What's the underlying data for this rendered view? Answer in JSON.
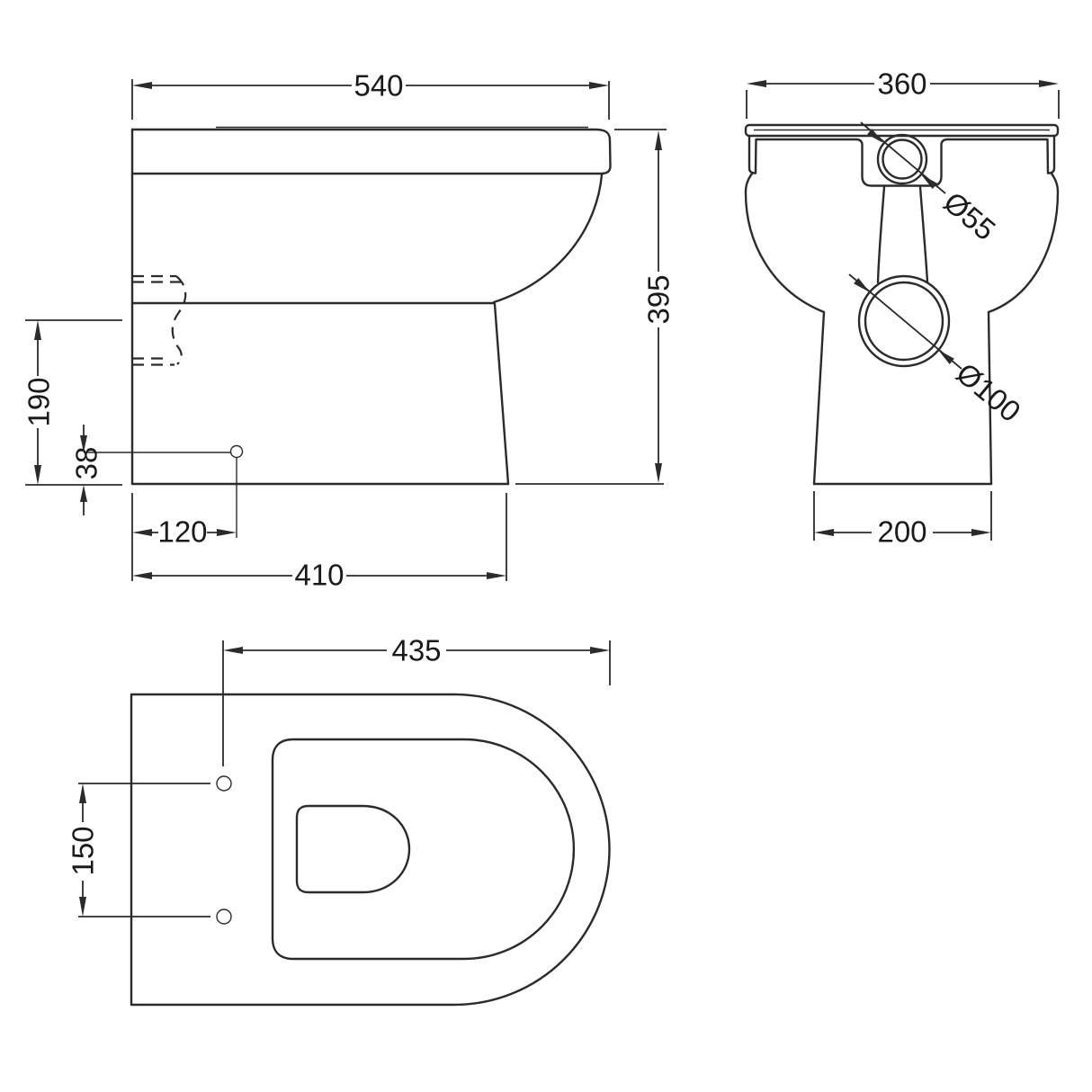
{
  "drawing": {
    "subject": "back-to-wall-toilet-pan-technical-drawing",
    "background": "#ffffff",
    "line_color": "#2b2b2b",
    "views": {
      "side": {
        "name": "side-elevation",
        "dims": {
          "overall_depth": "540",
          "overall_height": "395",
          "outlet_centre_height": "190",
          "fixing_hole_height": "38",
          "fixing_hole_setback": "120",
          "base_depth": "410"
        }
      },
      "front": {
        "name": "front-elevation",
        "dims": {
          "overall_width": "360",
          "inlet_diameter": "Ø55",
          "outlet_diameter": "Ø100",
          "base_width": "200"
        }
      },
      "plan": {
        "name": "plan-view",
        "dims": {
          "depth_to_fixing_holes": "435",
          "fixing_hole_centres": "150"
        }
      }
    }
  }
}
